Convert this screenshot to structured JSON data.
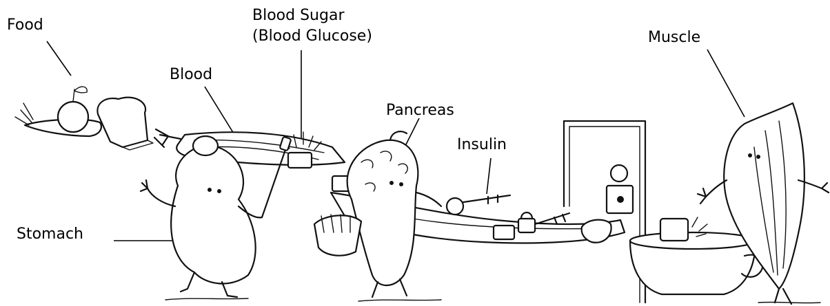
{
  "labels": {
    "food": "Food",
    "blood": "Blood",
    "blood_sugar_line1": "Blood Sugar",
    "blood_sugar_line2": "(Blood Glucose)",
    "pancreas": "Pancreas",
    "insulin": "Insulin",
    "muscle": "Muscle",
    "stomach": "Stomach"
  }
}
